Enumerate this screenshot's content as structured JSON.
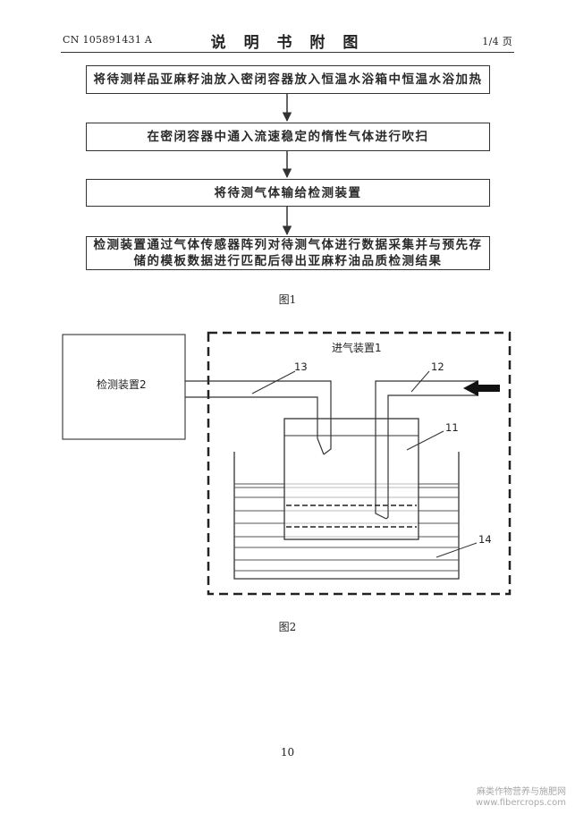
{
  "header": {
    "patent_no": "CN 105891431 A",
    "title": "说 明 书 附 图",
    "page": "1/4 页"
  },
  "figure1": {
    "steps": [
      "将待测样品亚麻籽油放入密闭容器放入恒温水浴箱中恒温水浴加热",
      "在密闭容器中通入流速稳定的惰性气体进行吹扫",
      "将待测气体输给检测装置",
      "检测装置通过气体传感器阵列对待测气体进行数据采集并与预先存储的模板数据进行匹配后得出亚麻籽油品质检测结果"
    ],
    "caption": "图1"
  },
  "figure2": {
    "detector_label": "检测装置2",
    "intake_label": "进气装置1",
    "ref_13": "13",
    "ref_12": "12",
    "ref_11": "11",
    "ref_14": "14",
    "caption": "图2"
  },
  "footer": {
    "page_number": "10",
    "watermark_line1": "麻类作物营养与施肥网",
    "watermark_line2": "www.fibercrops.com"
  }
}
